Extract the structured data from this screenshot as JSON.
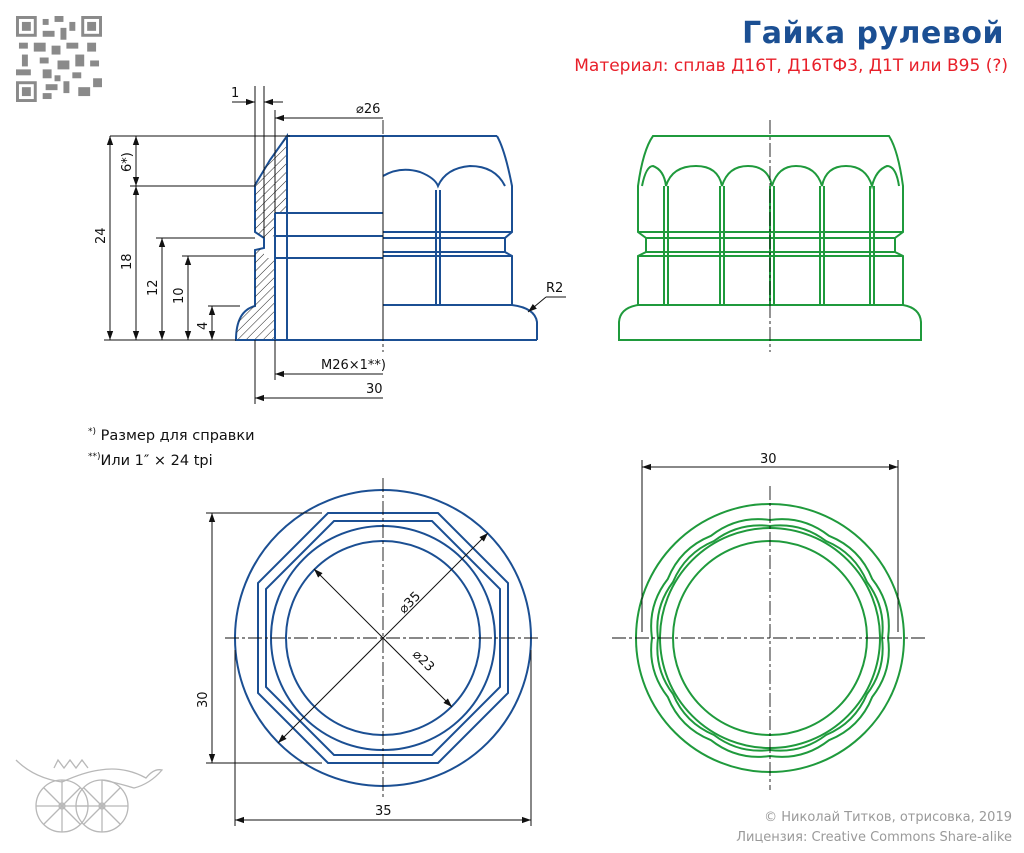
{
  "title": "Гайка рулевой",
  "subtitle": "Материал: сплав Д16Т, Д16ТФ3, Д1Т или В95 (?)",
  "notes": {
    "note1_mark": "*)",
    "note1_text": "Размер для справки",
    "note2_mark": "**)",
    "note2_text": "Или 1″ × 24 tpi"
  },
  "dimensions": {
    "width_1": "1",
    "dia_26": "⌀26",
    "h_24": "24",
    "h_18": "18",
    "h_6": "6*)",
    "h_12": "12",
    "h_10": "10",
    "h_4": "4",
    "radius": "R2",
    "thread": "M26×1**)",
    "width_30_side": "30",
    "width_30_top": "30",
    "dia_35": "⌀35",
    "dia_23": "⌀23",
    "height_30": "30",
    "width_35": "35"
  },
  "credits": {
    "line1": "© Николай Титков, отрисовка, 2019",
    "line2": "Лицензия: Creative Commons Share-alike"
  },
  "colors": {
    "blue": "#1b4f93",
    "green": "#1f9a3c",
    "red": "#e8202a"
  }
}
